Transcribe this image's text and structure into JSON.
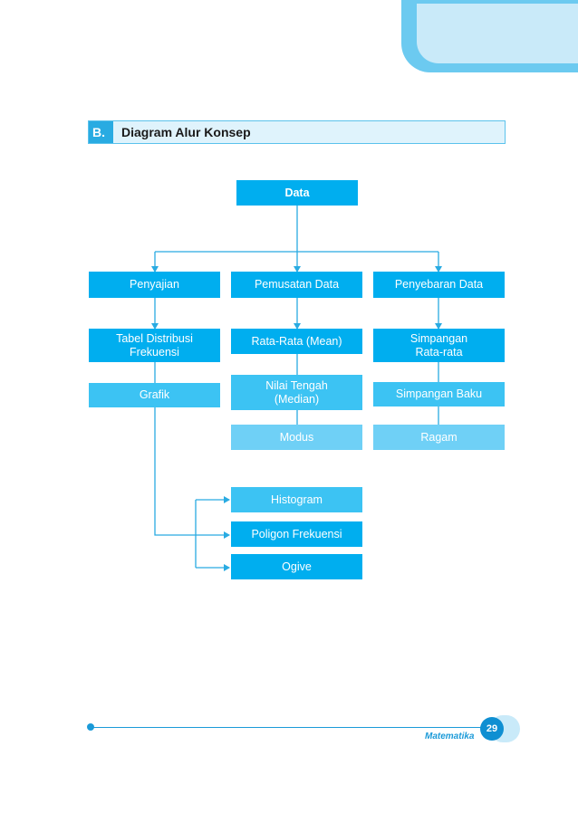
{
  "section": {
    "letter": "B.",
    "title": "Diagram Alur Konsep"
  },
  "diagram": {
    "root": "Data",
    "branches": [
      "Penyajian",
      "Pemusatan Data",
      "Penyebaran Data"
    ],
    "penyajian": [
      "Tabel Distribusi\nFrekuensi",
      "Grafik"
    ],
    "pemusatan": [
      "Rata-Rata (Mean)",
      "Nilai Tengah\n(Median)",
      "Modus"
    ],
    "penyebaran": [
      "Simpangan\nRata-rata",
      "Simpangan Baku",
      "Ragam"
    ],
    "grafik_types": [
      "Histogram",
      "Poligon Frekuensi",
      "Ogive"
    ]
  },
  "footer": {
    "subject": "Matematika",
    "page_number": "29"
  },
  "colors": {
    "primary": "#00aeef",
    "secondary": "#3cc3f3",
    "tertiary": "#6fd0f6",
    "line": "#29abe2"
  }
}
